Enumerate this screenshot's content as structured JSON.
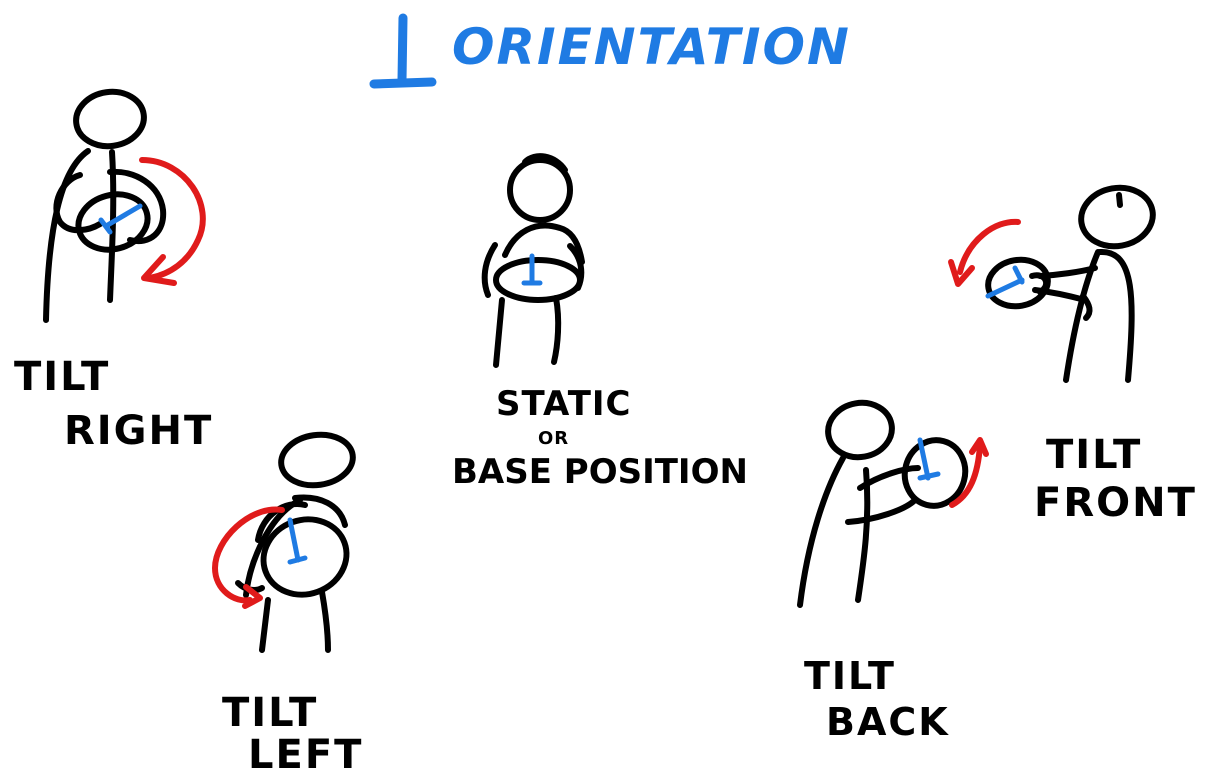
{
  "title": {
    "symbol": "⊥",
    "text": "ORIENTATION",
    "color": "#1f7be3"
  },
  "accent_colors": {
    "arrow": "#e01b1b",
    "axis": "#1f7be3",
    "ink": "#000000"
  },
  "poses": {
    "tilt_right": {
      "line1": "TILT",
      "line2": "RIGHT"
    },
    "tilt_left": {
      "line1": "TILT",
      "line2": "LEFT"
    },
    "static": {
      "line1": "STATIC",
      "line2": "OR",
      "line3": "BASE POSITION"
    },
    "tilt_back": {
      "line1": "TILT",
      "line2": "BACK"
    },
    "tilt_front": {
      "line1": "TILT",
      "line2": "FRONT"
    }
  }
}
